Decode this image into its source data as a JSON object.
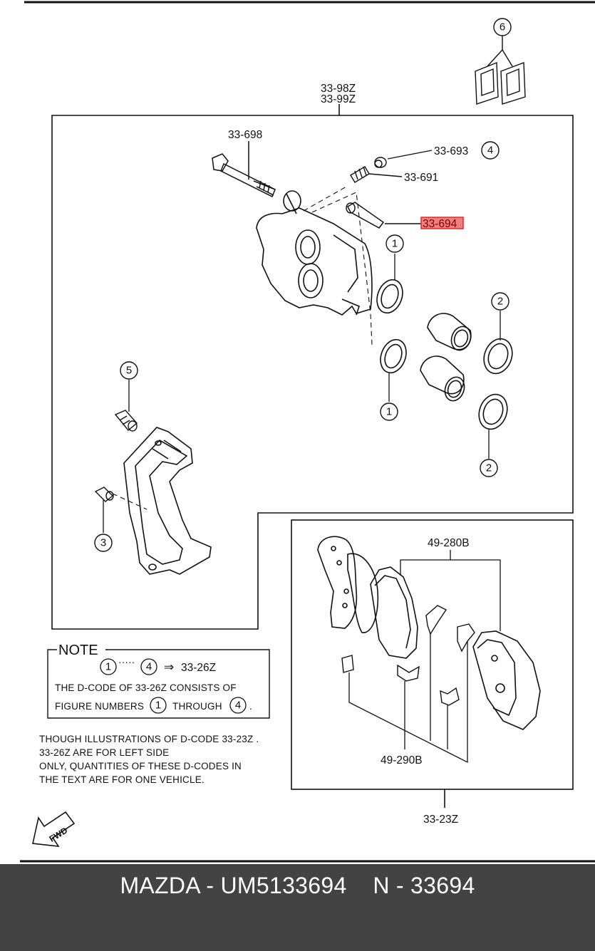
{
  "labels": {
    "assembly_top": [
      "33-98Z",
      "33-99Z"
    ],
    "bolt": "33-698",
    "cap": "33-693",
    "bleeder": "33-691",
    "pin_highlight": "33-694",
    "pads": "49-280B",
    "clips": "49-290B",
    "pad_set": "33-23Z"
  },
  "callouts": {
    "c1a": "1",
    "c1b": "1",
    "c2a": "2",
    "c2b": "2",
    "c3": "3",
    "c4": "4",
    "c5": "5",
    "c6": "6"
  },
  "note": {
    "heading": "NOTE",
    "line1_from": "1",
    "line1_dots": "·····",
    "line1_to": "4",
    "line1_arrow": "⇒",
    "line1_code": "33-26Z",
    "line2": "THE D-CODE OF   33-26Z   CONSISTS OF",
    "line3_a": "FIGURE NUMBERS",
    "line3_n1": "1",
    "line3_b": "THROUGH",
    "line3_n2": "4",
    "line3_end": "."
  },
  "caption": [
    "THOUGH ILLUSTRATIONS OF D-CODE 33-23Z .",
    "33-26Z   ARE FOR LEFT SIDE",
    "ONLY, QUANTITIES OF THESE D-CODES IN",
    "THE TEXT ARE FOR ONE VEHICLE."
  ],
  "fwd": "FWD",
  "footer": {
    "title": "MAZDA - UM5133694    N - 33694"
  },
  "colors": {
    "highlight": "#f08080",
    "footer_bg": "#434343",
    "line": "#111111"
  }
}
